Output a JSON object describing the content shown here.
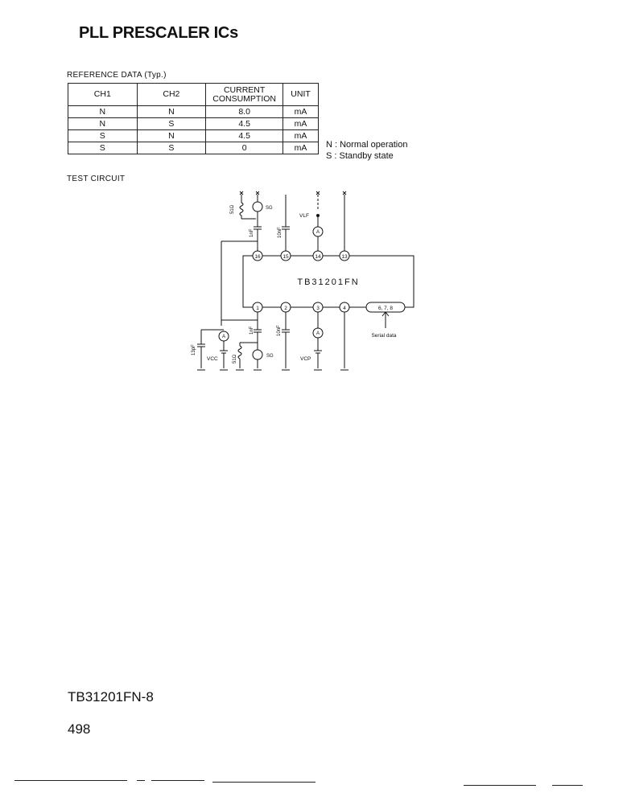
{
  "title": "PLL PRESCALER ICs",
  "reference_label": "REFERENCE DATA (Typ.)",
  "table": {
    "headers": [
      "CH1",
      "CH2",
      "CURRENT CONSUMPTION",
      "UNIT"
    ],
    "rows": [
      [
        "N",
        "N",
        "8.0",
        "mA"
      ],
      [
        "N",
        "S",
        "4.5",
        "mA"
      ],
      [
        "S",
        "N",
        "4.5",
        "mA"
      ],
      [
        "S",
        "S",
        "0",
        "mA"
      ]
    ]
  },
  "legend": [
    "N : Normal operation",
    "S : Standby state"
  ],
  "test_circuit_label": "TEST CIRCUIT",
  "circuit": {
    "ic_name": "TB31201FN",
    "pins_top": [
      "16",
      "15",
      "14",
      "13"
    ],
    "pins_bottom": [
      "1",
      "2",
      "3",
      "4"
    ],
    "pin_group": "6, 7, 8",
    "serial_data": "Serial data",
    "components": {
      "r_top": "51Ω",
      "sg_top": "SG",
      "c_1nf_top": "1nF",
      "c_10nf_top": "10nF",
      "vlf": "VLF",
      "ammeter": "A",
      "c_13pf": "13pF",
      "vcc": "VCC",
      "c_1nf_bottom": "1nF",
      "r_bottom": "51Ω",
      "sg_bottom": "SG",
      "c_10nf_bottom": "10nF",
      "vcp": "VCP"
    }
  },
  "part_number": "TB31201FN-8",
  "page_number": "498"
}
